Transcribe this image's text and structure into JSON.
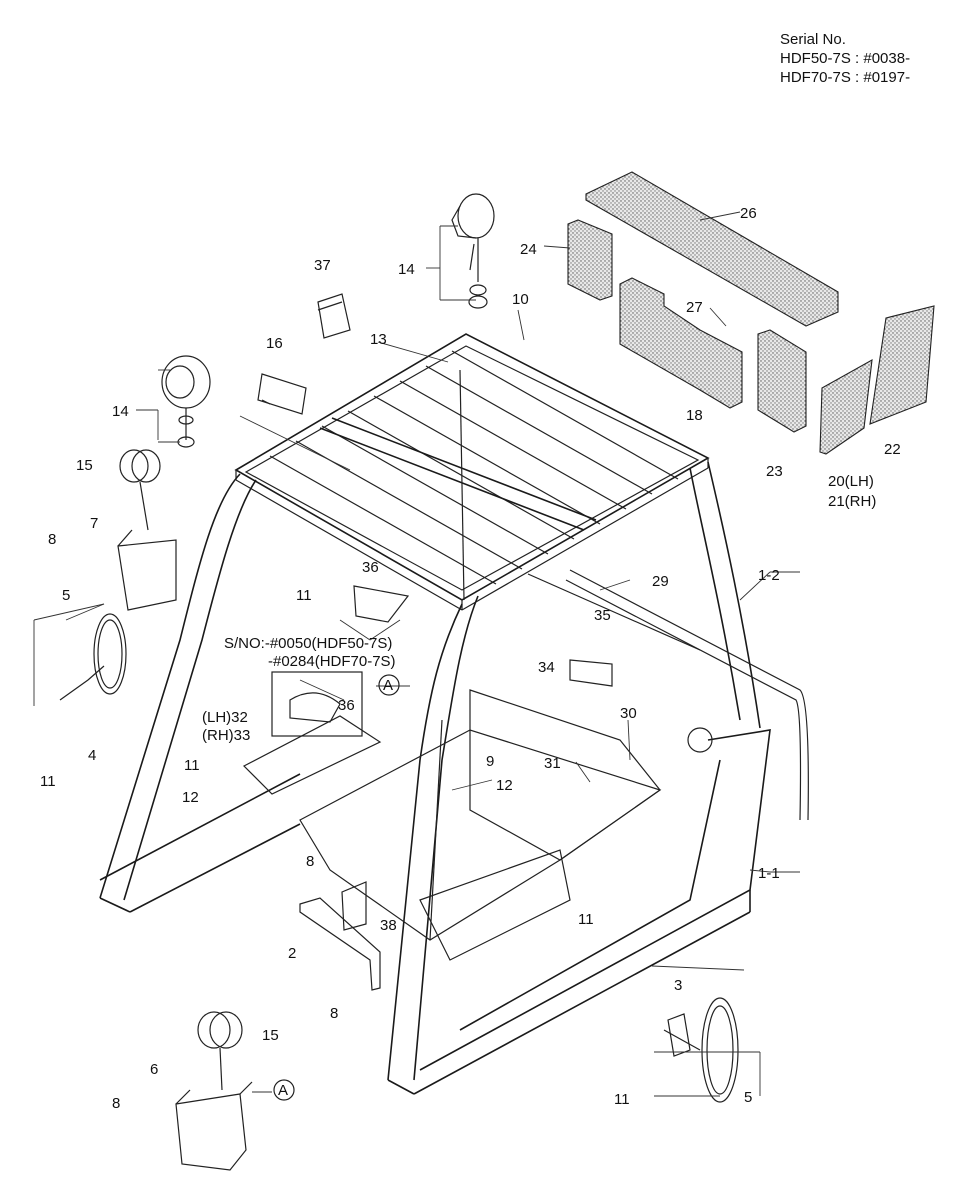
{
  "header": {
    "serial_title": "Serial No.",
    "serial_line1": "HDF50-7S : #0038-",
    "serial_line2": "HDF70-7S : #0197-"
  },
  "notes": {
    "sno_line1": "S/NO:-#0050(HDF50-7S)",
    "sno_line2": "-#0284(HDF70-7S)"
  },
  "parts": {
    "p1_1": "1-1",
    "p1_2": "1-2",
    "p2": "2",
    "p3": "3",
    "p4": "4",
    "p5a": "5",
    "p5b": "5",
    "p6": "6",
    "p7": "7",
    "p8a": "8",
    "p8b": "8",
    "p8c": "8",
    "p8d": "8",
    "p9": "9",
    "p10": "10",
    "p11a": "11",
    "p11b": "11",
    "p11c": "11",
    "p11d": "11",
    "p11e": "11",
    "p12a": "12",
    "p12b": "12",
    "p13": "13",
    "p14a": "14",
    "p14b": "14",
    "p15a": "15",
    "p15b": "15",
    "p16": "16",
    "p18": "18",
    "p20": "20(LH)",
    "p21": "21(RH)",
    "p22": "22",
    "p23": "23",
    "p24": "24",
    "p26": "26",
    "p27": "27",
    "p29": "29",
    "p30": "30",
    "p31": "31",
    "p32": "(LH)32",
    "p33": "(RH)33",
    "p34": "34",
    "p35": "35",
    "p36a": "36",
    "p36b": "36",
    "p37": "37",
    "p38": "38"
  },
  "callouts": {
    "a1": "A",
    "a2": "A"
  }
}
